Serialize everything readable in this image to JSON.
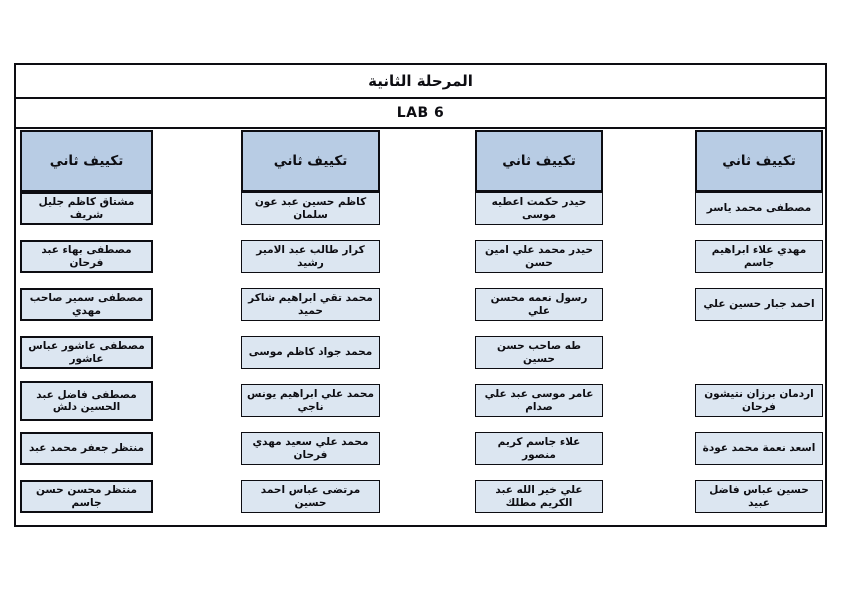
{
  "page": {
    "title": "المرحلة الثانية",
    "subtitle": "LAB 6"
  },
  "columns": [
    {
      "header": "تكييف ثاني",
      "students": [
        "مشتاق كاظم جليل شريف",
        "مصطفى بهاء عبد فرحان",
        "مصطفى سمير صاحب مهدي",
        "مصطفى عاشور عباس عاشور",
        "مصطفى فاضل عبد الحسين دلش",
        "منتظر جعفر محمد عبد",
        "منتظر محسن حسن جاسم"
      ]
    },
    {
      "header": "تكييف ثاني",
      "students": [
        "كاظم حسين عبد عون سلمان",
        "كرار طالب عبد الامير رشيد",
        "محمد تقي ابراهيم شاكر حميد",
        "محمد جواد كاظم موسى",
        "محمد علي ابراهيم يونس ناجي",
        "محمد علي سعيد مهدي فرحان",
        "مرتضى عباس احمد حسين"
      ]
    },
    {
      "header": "تكييف ثاني",
      "students": [
        "حيدر حكمت اعطيه موسى",
        "حيدر محمد علي امين حسن",
        "رسول نعمه محسن علي",
        "طه صاحب حسن حسين",
        "عامر موسى عبد علي صدام",
        "علاء جاسم كريم منصور",
        "علي خير الله عبد الكريم مطلك"
      ]
    },
    {
      "header": "تكييف ثاني",
      "students": [
        "مصطفى محمد ياسر",
        "مهدي علاء ابراهيم جاسم",
        "احمد جبار حسين علي",
        "اردمان برزان نتيشون فرحان",
        "اسعد نعمة محمد عودة",
        "حسين عباس فاضل عبيد"
      ]
    }
  ],
  "colors": {
    "header_fill": "#b8cce4",
    "box_fill": "#dce6f1",
    "border": "#0d0d12",
    "text": "#0d0d12"
  }
}
